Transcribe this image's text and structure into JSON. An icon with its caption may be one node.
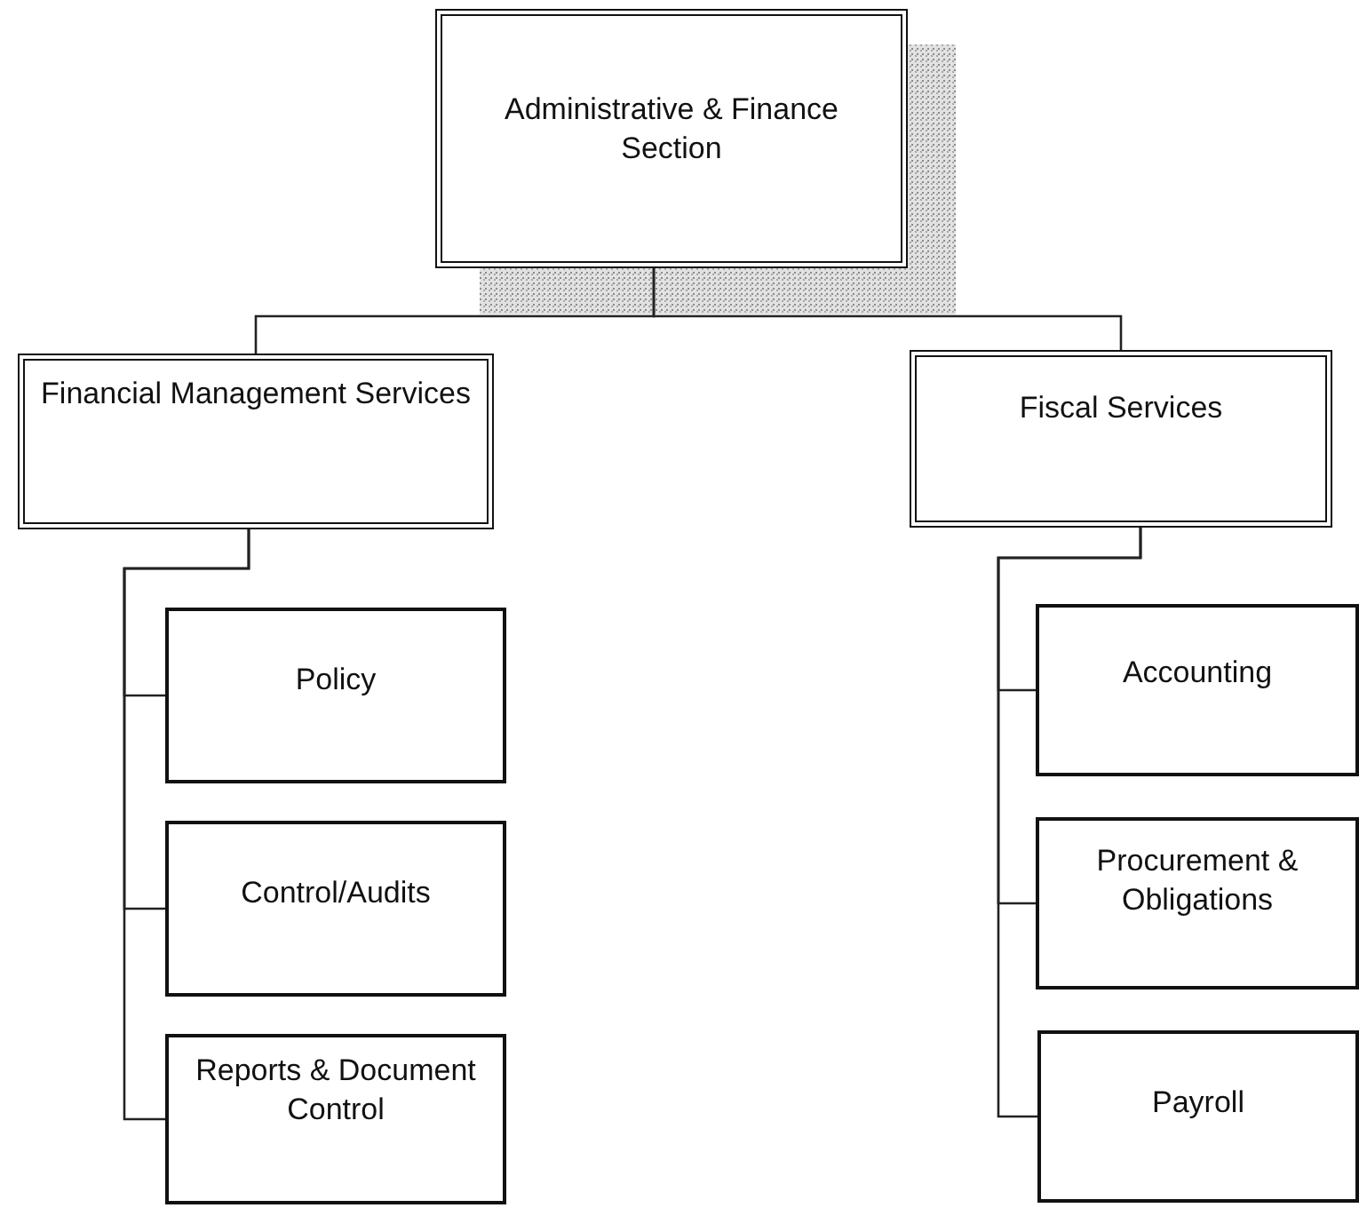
{
  "diagram": {
    "nodes": [
      {
        "text": [
          "Administrative & Finance Section"
        ]
      },
      {
        "text": [
          "Financial Management Services"
        ]
      },
      {
        "text": [
          "Fiscal Services"
        ]
      },
      {
        "text": [
          "Policy"
        ]
      },
      {
        "text": [
          "Control/Audits"
        ]
      },
      {
        "text": [
          "Reports & Document Control"
        ]
      },
      {
        "text": [
          "Accounting"
        ]
      },
      {
        "text": [
          "Procurement & Obligations"
        ]
      },
      {
        "text": [
          "Payroll"
        ]
      }
    ],
    "edges": [
      {
        "from": 0,
        "to": 1,
        "arrow": "none"
      },
      {
        "from": 0,
        "to": 2,
        "arrow": "none"
      },
      {
        "from": 1,
        "to": 3,
        "arrow": "none"
      },
      {
        "from": 1,
        "to": 4,
        "arrow": "none"
      },
      {
        "from": 1,
        "to": 5,
        "arrow": "none"
      },
      {
        "from": 2,
        "to": 6,
        "arrow": "none"
      },
      {
        "from": 2,
        "to": 7,
        "arrow": "none"
      },
      {
        "from": 2,
        "to": 8,
        "arrow": "none"
      }
    ]
  }
}
